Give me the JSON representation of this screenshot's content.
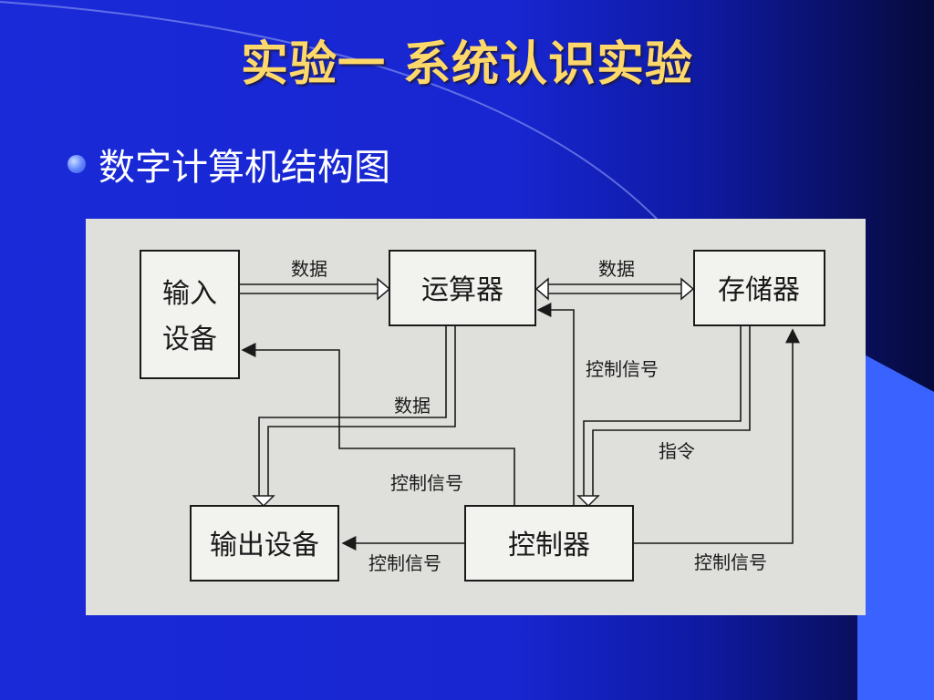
{
  "slide": {
    "title": "实验一 系统认识实验",
    "bullet": "数字计算机结构图"
  },
  "diagram": {
    "nodes": {
      "input_line1": "输入",
      "input_line2": "设备",
      "alu": "运算器",
      "memory": "存储器",
      "output": "输出设备",
      "controller": "控制器"
    },
    "edges": {
      "input_to_alu": "数据",
      "alu_memory": "数据",
      "alu_to_output": "数据",
      "ctrl_to_alu": "控制信号",
      "memory_to_ctrl": "指令",
      "ctrl_to_input": "控制信号",
      "ctrl_to_output": "控制信号",
      "ctrl_to_memory": "控制信号"
    }
  },
  "colors": {
    "title": "#ffd86a",
    "background": "#1a2ad8",
    "photo_bg": "#dfe0dc",
    "ink": "#1a1a1a"
  }
}
